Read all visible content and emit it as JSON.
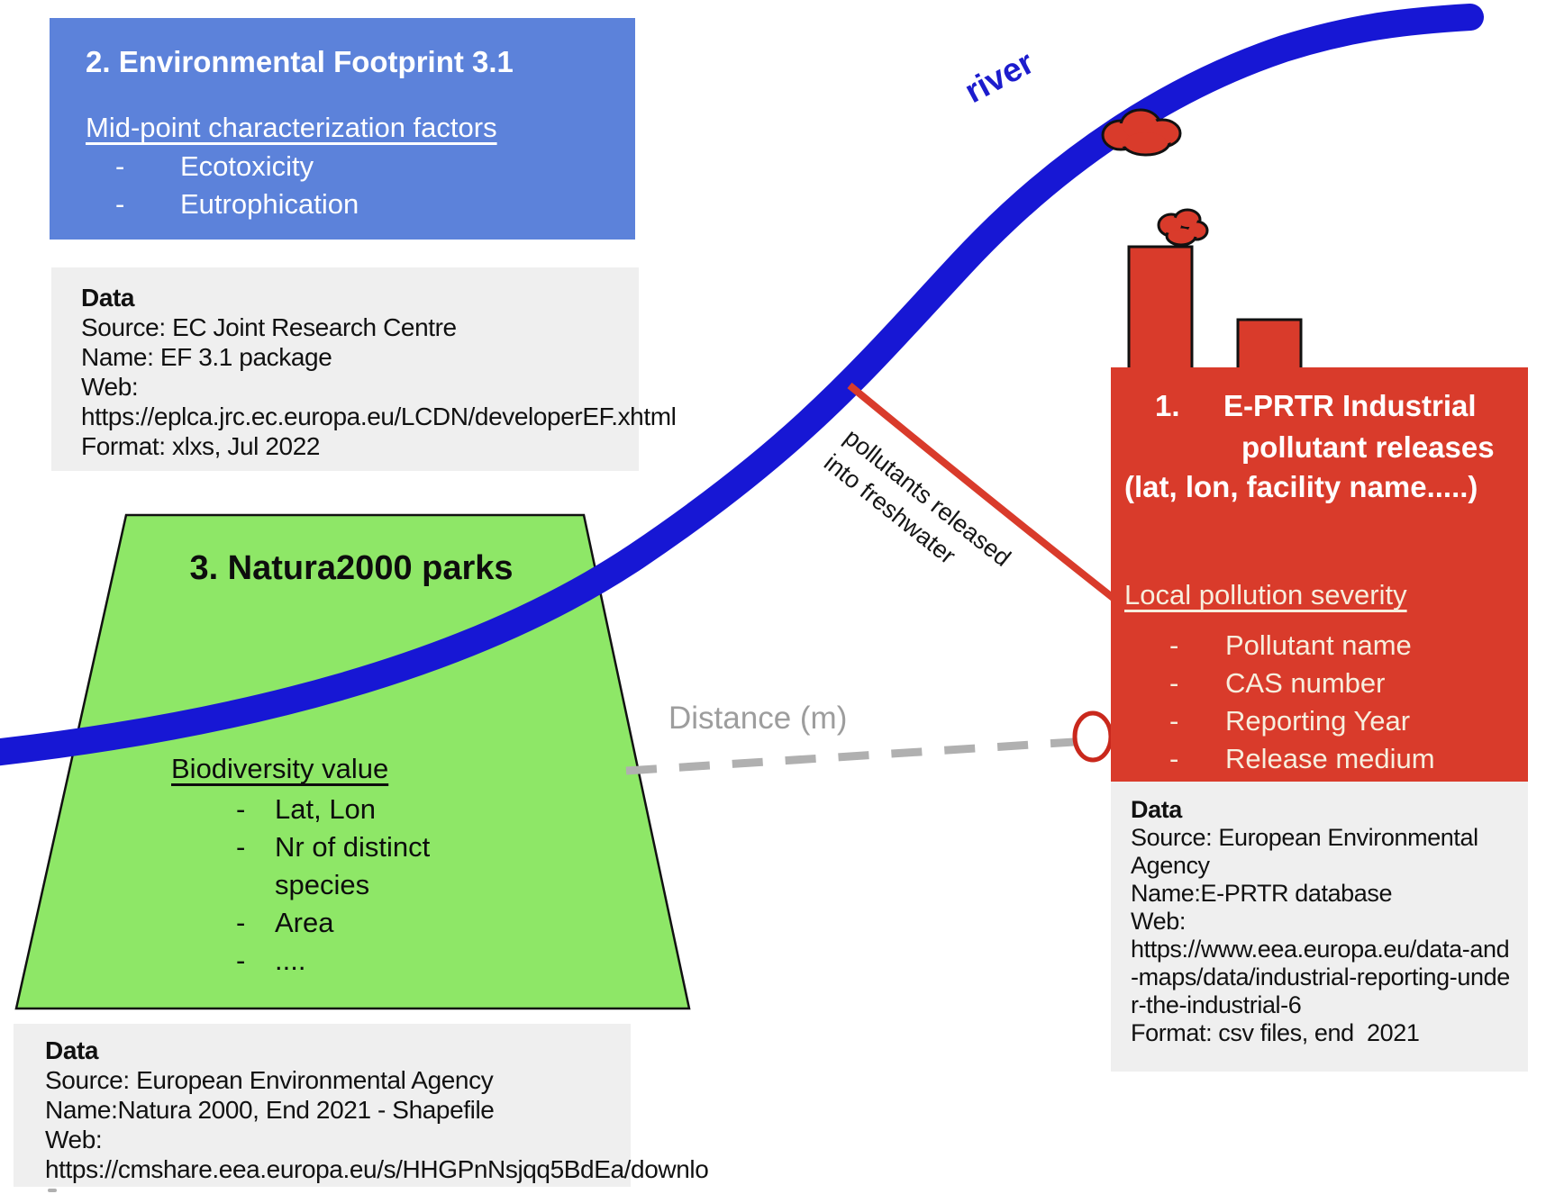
{
  "colors": {
    "blue-box": "#5c82da",
    "green": "#8ee767",
    "red": "#d93b2b",
    "river": "#1717d4",
    "river-label": "#1c1ccd",
    "gray-box": "#efefef",
    "dash-gray": "#b0b0b0",
    "distance-label": "#9d9d9d",
    "circle-red": "#c9281c",
    "red-box-text": "#f7eedd"
  },
  "boxes": {
    "ef": {
      "title": "2. Environmental Footprint 3.1",
      "heading": "Mid-point characterization factors",
      "bullets": [
        "Ecotoxicity",
        "Eutrophication"
      ]
    },
    "ef_data": {
      "title": "Data",
      "lines": [
        "Source: EC Joint Research Centre",
        "Name: EF 3.1 package",
        "Web:",
        "https://eplca.jrc.ec.europa.eu/LCDN/developerEF.xhtml",
        "Format: xlxs, Jul 2022"
      ]
    },
    "natura": {
      "title": "3. Natura2000 parks",
      "heading": "Biodiversity value",
      "bullets": [
        "Lat, Lon",
        "Nr of distinct species",
        "Area",
        "...."
      ]
    },
    "natura_data": {
      "title": "Data",
      "lines": [
        "Source: European Environmental Agency",
        "Name:Natura 2000, End 2021 - Shapefile",
        "Web:",
        "https://cmshare.eea.europa.eu/s/HHGPnNsjqq5BdEa/downlo"
      ]
    },
    "eprtr": {
      "number": "1.",
      "title_line1": "E-PRTR Industrial",
      "title_line2": "pollutant releases",
      "title_line3": "(lat, lon, facility name.....)",
      "heading": "Local pollution severity",
      "bullets": [
        "Pollutant name",
        "CAS number",
        "Reporting Year",
        "Release medium"
      ]
    },
    "eprtr_data": {
      "title": "Data",
      "lines": [
        "Source: European Environmental",
        "Agency",
        "Name:E-PRTR database",
        "Web:",
        "https://www.eea.europa.eu/data-and",
        "-maps/data/industrial-reporting-unde",
        "r-the-industrial-6",
        "Format: csv files, end  2021"
      ]
    }
  },
  "labels": {
    "river": "river",
    "distance": "Distance (m)",
    "release_line1": "pollutants released",
    "release_line2": "into freshwater"
  }
}
